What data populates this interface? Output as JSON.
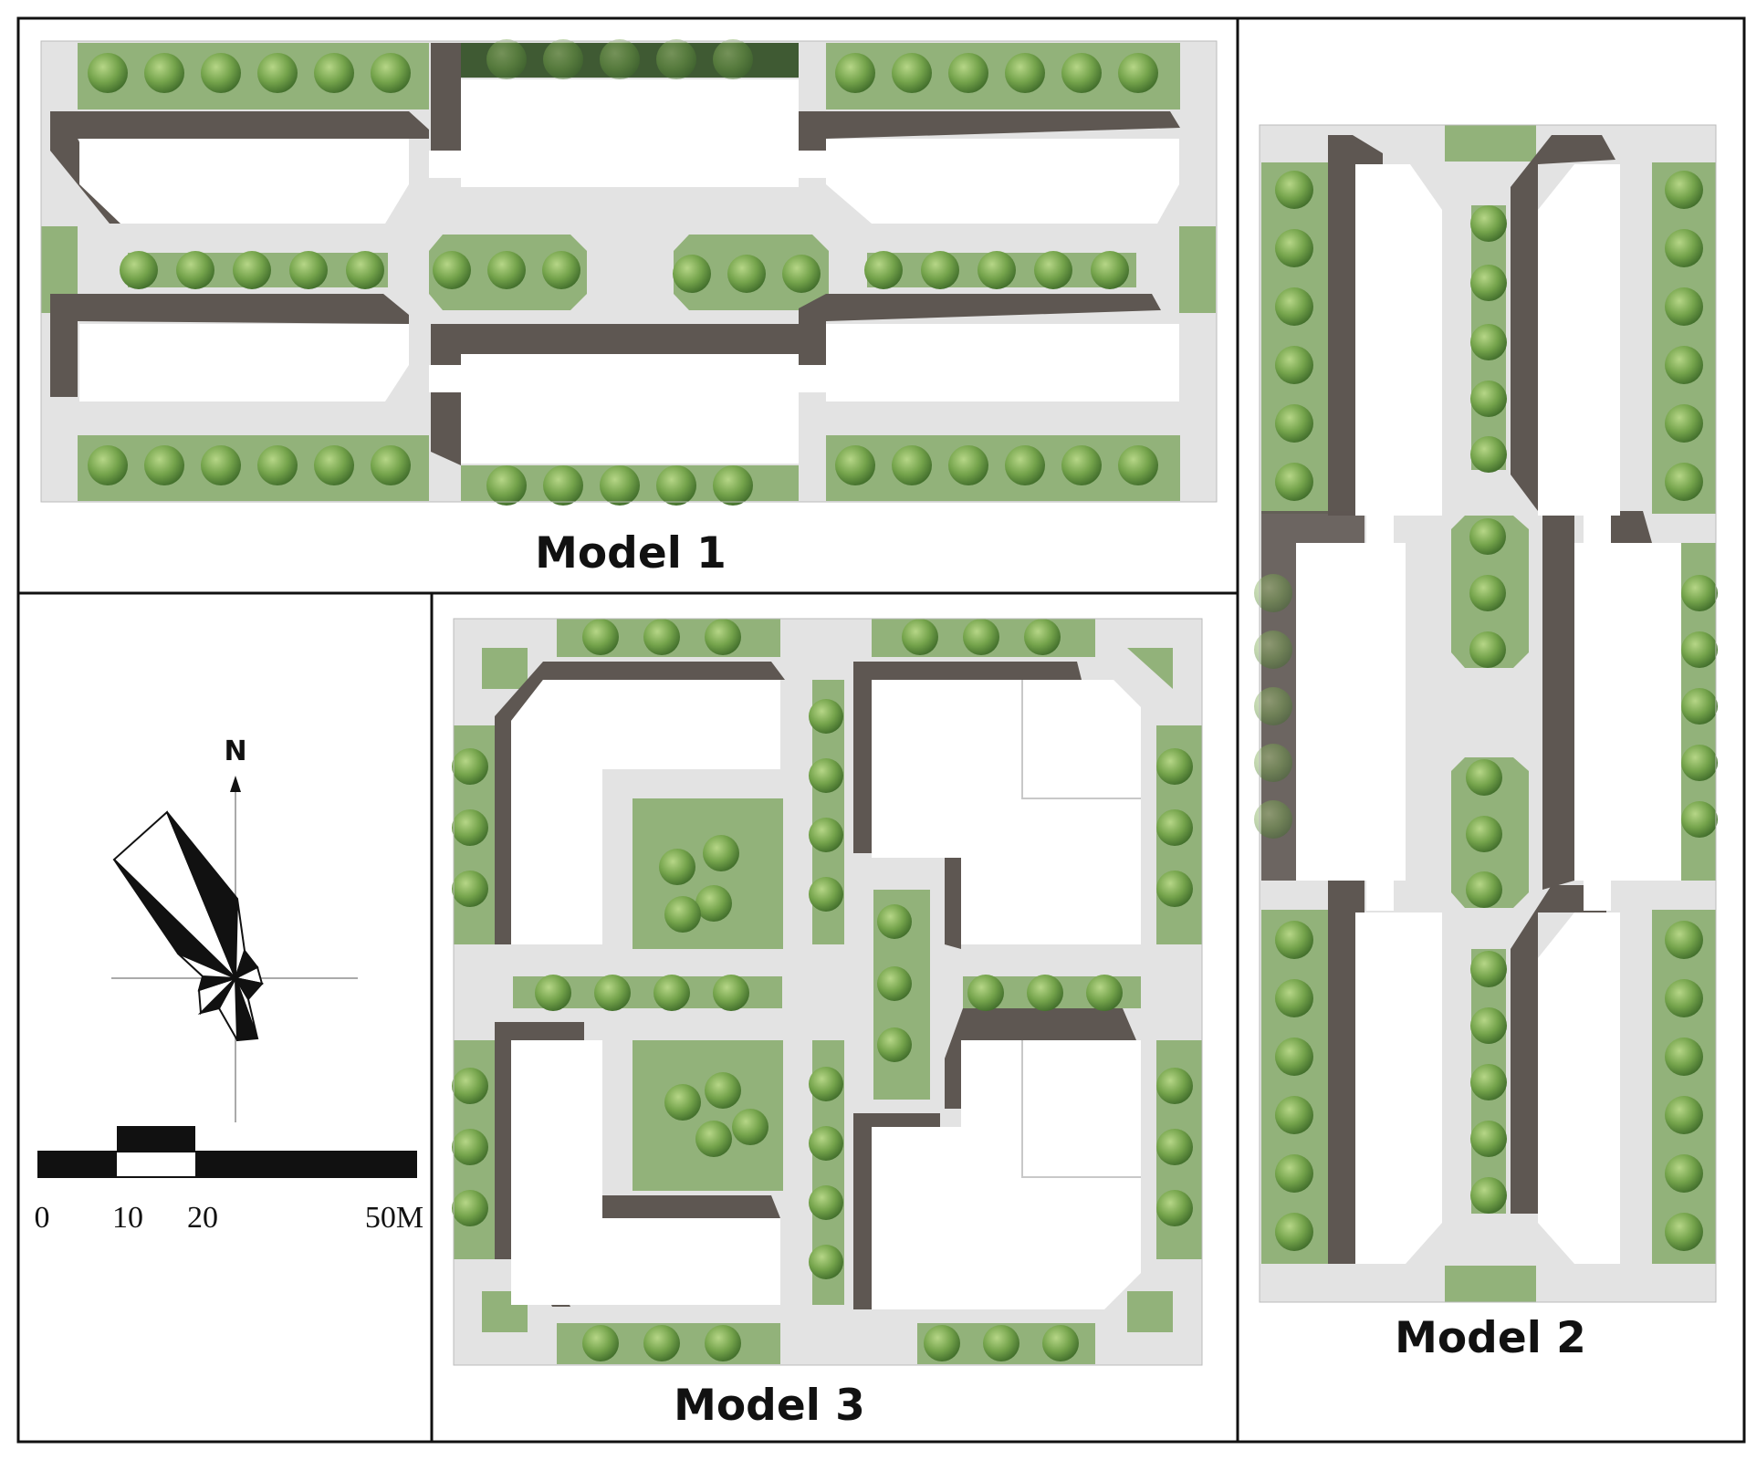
{
  "panels": {
    "model1": {
      "title": "Model 1"
    },
    "model2": {
      "title": "Model 2"
    },
    "model3": {
      "title": "Model 3"
    }
  },
  "compass": {
    "north_label": "N"
  },
  "scale_bar": {
    "labels": [
      "0",
      "10",
      "20",
      "50M"
    ]
  },
  "colors": {
    "pavement": "#e3e3e3",
    "grass": "#92b27a",
    "tree": "#6e9f49",
    "tree_light": "#a9cc79",
    "shadow": "#5e5752",
    "building": "#ffffff",
    "line": "#111111"
  }
}
